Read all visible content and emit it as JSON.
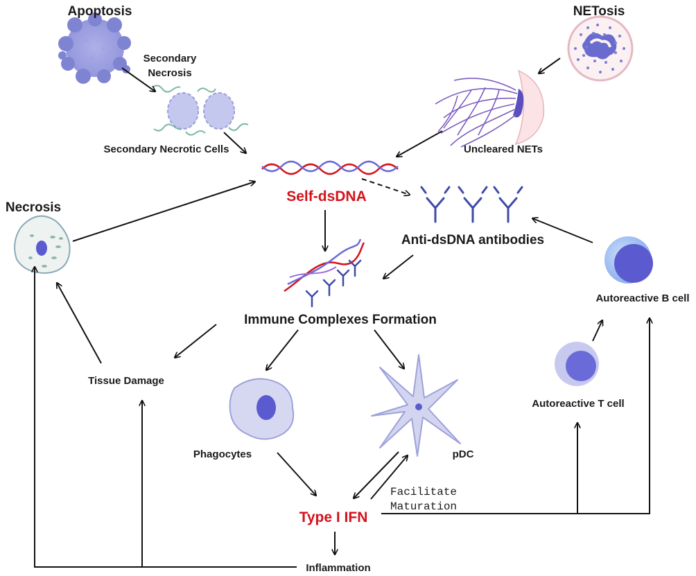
{
  "labels": {
    "apoptosis": "Apoptosis",
    "netosis": "NETosis",
    "secondary_necrosis_1": "Secondary",
    "secondary_necrosis_2": "Necrosis",
    "secondary_necrotic_cells": "Secondary Necrotic Cells",
    "uncleared_nets": "Uncleared NETs",
    "self_dsdna": "Self-dsDNA",
    "necrosis": "Necrosis",
    "anti_dsdna": "Anti-dsDNA antibodies",
    "immune_complexes": "Immune Complexes Formation",
    "autoreactive_b": "Autoreactive B cell",
    "autoreactive_t": "Autoreactive T cell",
    "tissue_damage": "Tissue Damage",
    "phagocytes": "Phagocytes",
    "pdc": "pDC",
    "facilitate": "Facilitate",
    "maturation": "Maturation",
    "type_i_ifn": "Type I IFN",
    "inflammation": "Inflammation"
  },
  "colors": {
    "highlight_red": "#d3121c",
    "cell_blue": "#8e92d9",
    "nucleus_blue": "#5b5bcf",
    "antibody_blue": "#3d4aa8",
    "arrow": "#111111"
  }
}
